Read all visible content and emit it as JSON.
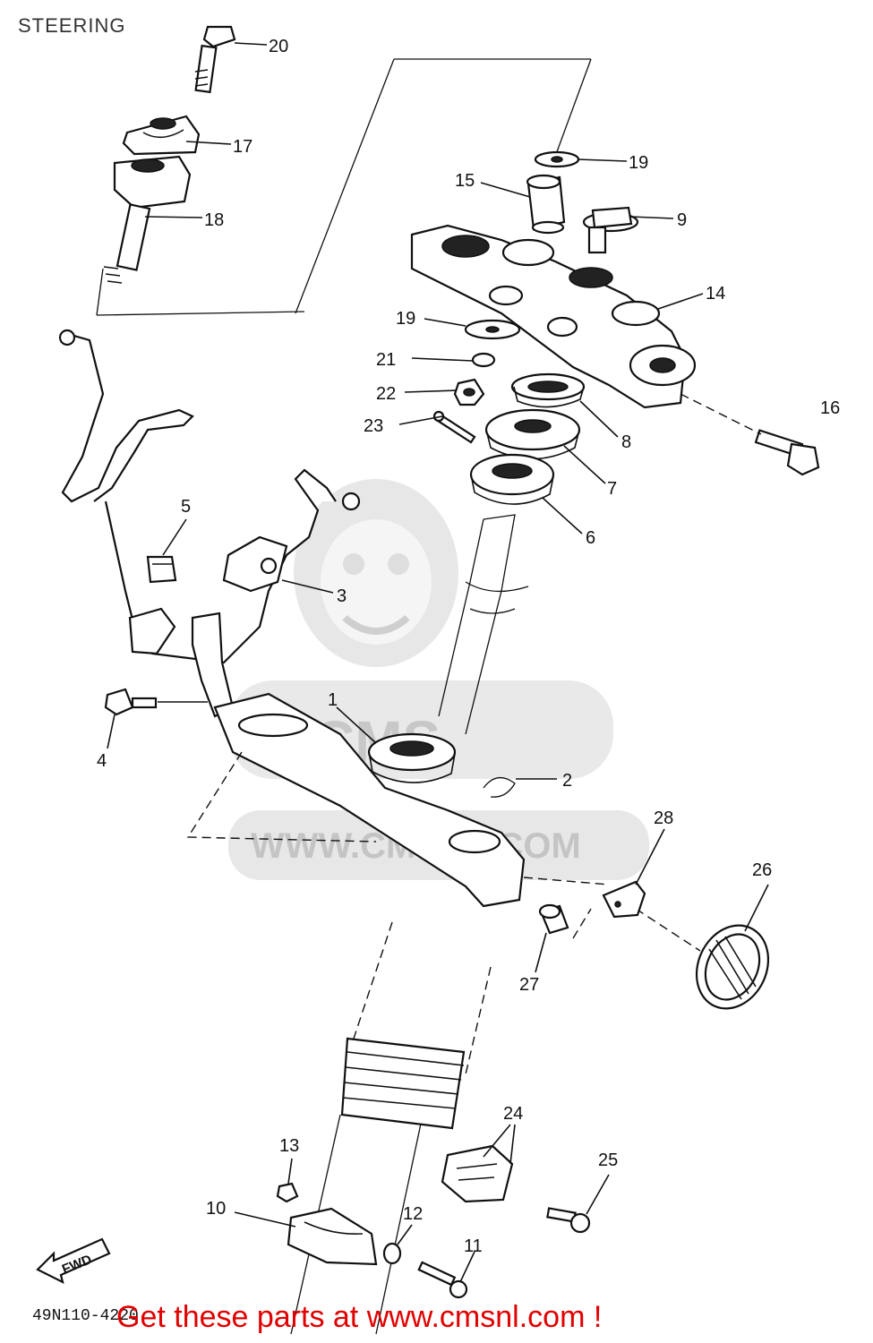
{
  "title": "STEERING",
  "diagram_code": "49N110-4220",
  "promo_text": "Get these parts at www.cmsnl.com !",
  "watermark": {
    "brand": "CMS",
    "url": "WWW.CMSNL.COM"
  },
  "direction_badge": "FWD",
  "callouts": [
    "1",
    "2",
    "3",
    "4",
    "5",
    "6",
    "7",
    "8",
    "9",
    "10",
    "11",
    "12",
    "13",
    "14",
    "15",
    "16",
    "17",
    "18",
    "19",
    "19",
    "20",
    "21",
    "22",
    "23",
    "24",
    "25",
    "26",
    "27",
    "28"
  ],
  "colors": {
    "promo": "#e10000",
    "line_art": "#111111",
    "watermark": "#d0d0d0"
  }
}
